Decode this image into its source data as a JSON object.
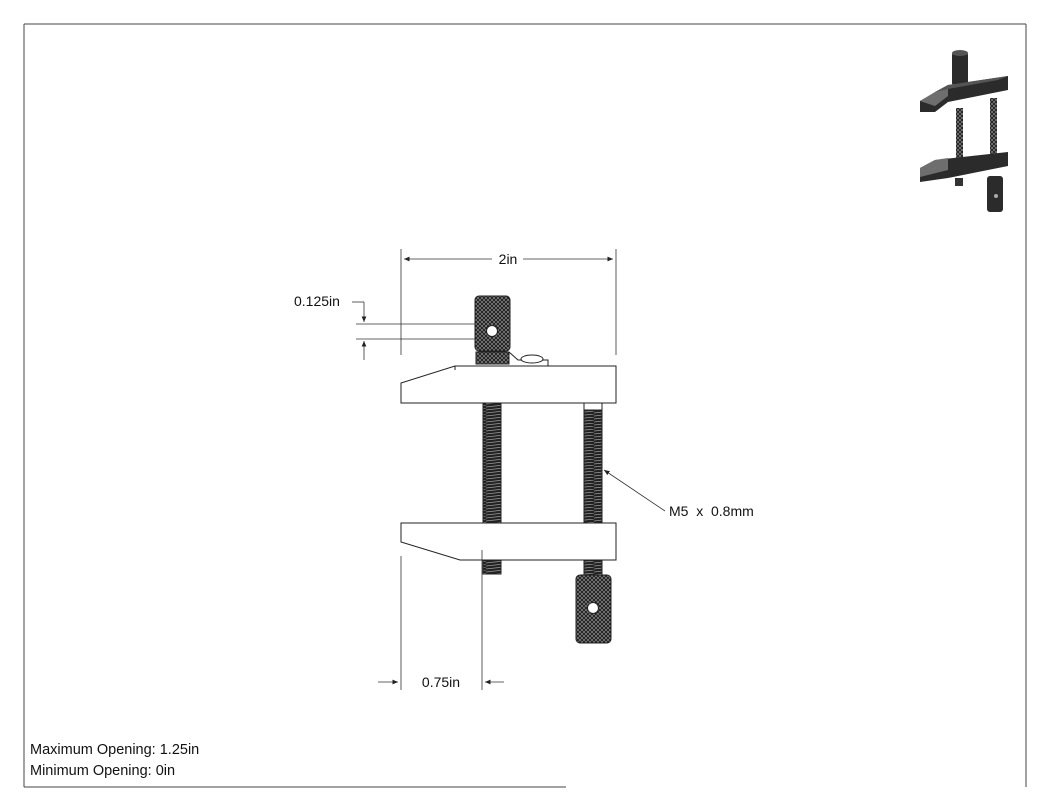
{
  "dimensions": {
    "overall_width": "2in",
    "offset": "0.125in",
    "jaw_tip": "0.75in",
    "thread": "M5  x  0.8mm"
  },
  "notes": {
    "max_opening": "Maximum Opening: 1.25in",
    "min_opening": "Minimum Opening: 0in"
  },
  "colors": {
    "line": "#222222",
    "dim_line": "#333333",
    "knurl": "#1a1a1a",
    "iso_dark": "#2b2b2b",
    "iso_light": "#6e6e6e"
  }
}
